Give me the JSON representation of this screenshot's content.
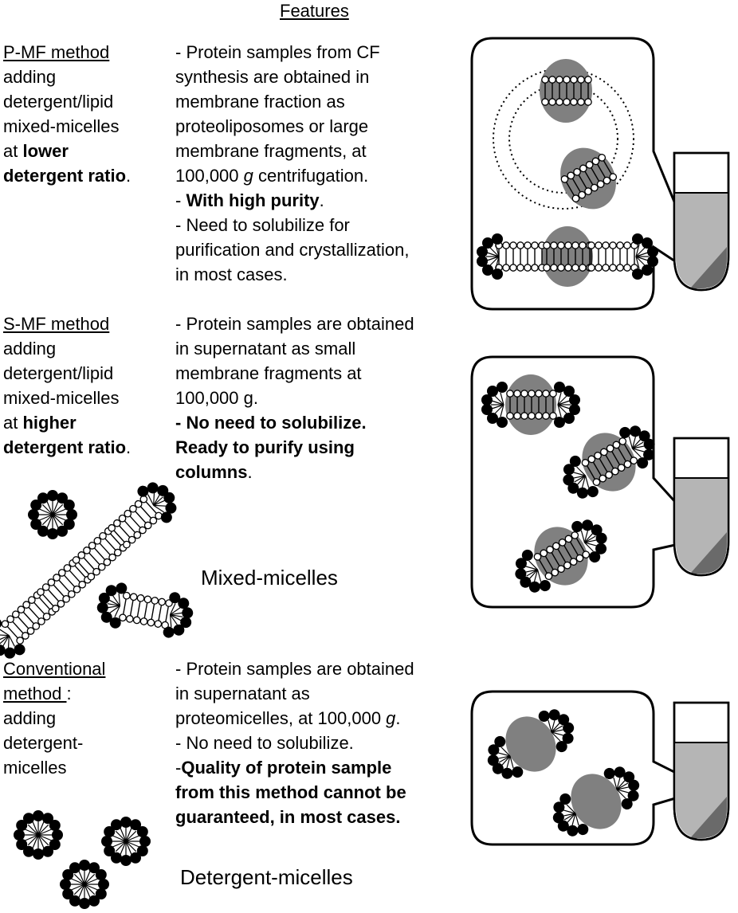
{
  "header": {
    "features": "Features"
  },
  "rows": [
    {
      "method_name": "P-MF method",
      "method_desc_1": "adding",
      "method_desc_2": "detergent/lipid",
      "method_desc_3": "mixed-micelles",
      "method_desc_4_pre": "at ",
      "method_desc_4_bold": "lower",
      "method_desc_5_bold": "detergent ratio",
      "method_desc_5_post": ".",
      "f1": "- Protein samples from CF",
      "f2": "synthesis are obtained in",
      "f3": "membrane fraction as",
      "f4": "proteoliposomes or large",
      "f5": "membrane fragments, at",
      "f6_pre": "100,000 ",
      "f6_ital": "g",
      "f6_post": " centrifugation.",
      "f7_pre": "- ",
      "f7_bold": "With high purity",
      "f7_post": ".",
      "f8": "- Need to solubilize for",
      "f9": "purification and crystallization,",
      "f10": "in most cases."
    },
    {
      "method_name": "S-MF method",
      "method_desc_1": "adding",
      "method_desc_2": "detergent/lipid",
      "method_desc_3": "mixed-micelles",
      "method_desc_4_pre": "at ",
      "method_desc_4_bold": "higher",
      "method_desc_5_bold": "detergent ratio",
      "method_desc_5_post": ".",
      "f1": "- Protein samples are obtained",
      "f2": "in supernatant as small",
      "f3": "membrane fragments at",
      "f4": "100,000 g.",
      "f5_bold": "- No need to solubilize.",
      "f6_bold": "Ready to purify using",
      "f7_bold": "columns",
      "f7_post": "."
    },
    {
      "method_name": "Conventional",
      "method_name_2": "method ",
      "method_name_2_post": ":",
      "method_desc_1": "adding",
      "method_desc_2": "detergent-",
      "method_desc_3": "micelles",
      "f1": "- Protein samples are obtained",
      "f2": "in supernatant as",
      "f3_pre": "proteomicelles, at 100,000 ",
      "f3_ital": "g",
      "f3_post": ".",
      "f4": "- No need to solubilize.",
      "f5_pre": "-",
      "f5_bold": "Quality of protein sample",
      "f6_bold": "from this method cannot be",
      "f7_bold": "guaranteed, in most cases."
    }
  ],
  "labels": {
    "mixed_micelles": "Mixed-micelles",
    "detergent_micelles": "Detergent-micelles"
  },
  "colors": {
    "protein": "#808080",
    "ink": "#000000",
    "tube_liquid": "#b5b5b5",
    "bubble_fill": "#f0f0f0"
  }
}
